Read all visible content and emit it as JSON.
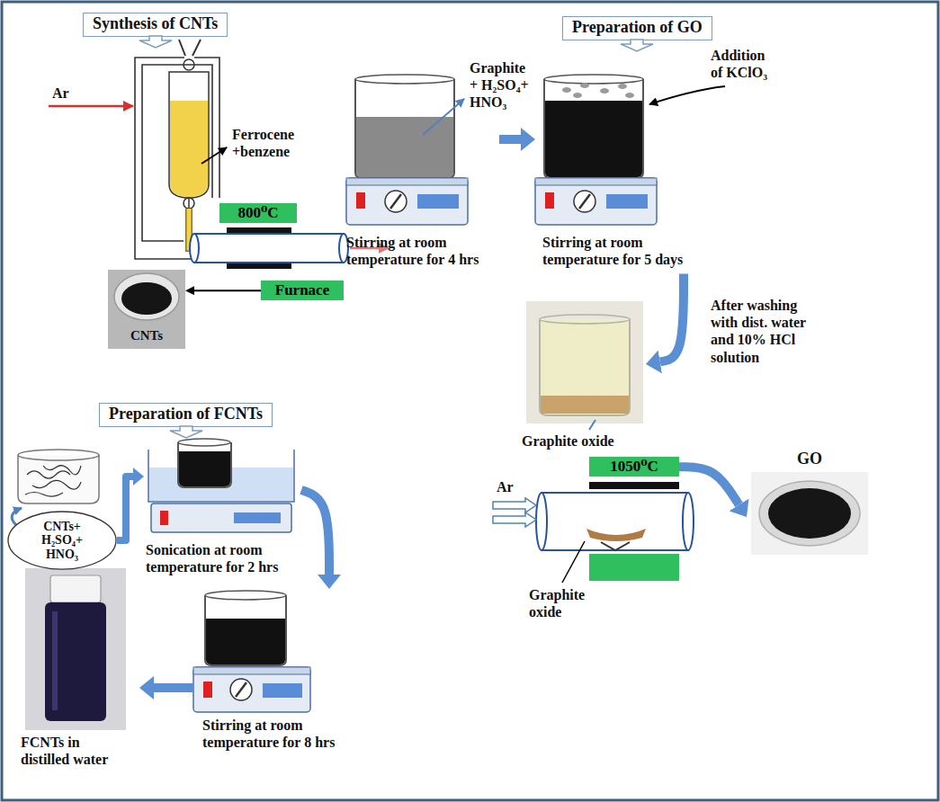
{
  "diagram": {
    "nodes": [
      {
        "text": [
          "Synthesis of CNTs"
        ]
      },
      {
        "text": [
          "Preparation of GO"
        ]
      },
      {
        "text": [
          "800⁰C"
        ]
      },
      {
        "text": [
          "Furnace"
        ]
      },
      {
        "text": [
          "CNTs"
        ]
      },
      {
        "text": [
          "Stirring at room temperature for 4 hrs"
        ]
      },
      {
        "text": [
          "Stirring at room temperature for 5 days"
        ]
      },
      {
        "text": [
          "Preparation of FCNTs"
        ]
      },
      {
        "text": [
          "Graphite oxide"
        ]
      },
      {
        "text": [
          "CNTs+ H₂SO₄+ HNO₃"
        ]
      },
      {
        "text": [
          "Sonication at room temperature for 2 hrs"
        ]
      },
      {
        "text": [
          "Stirring at room temperature for 8 hrs"
        ]
      },
      {
        "text": [
          "1050⁰C"
        ]
      },
      {
        "text": [
          "FCNTs in distilled water"
        ]
      },
      {
        "text": [
          "GO"
        ]
      }
    ],
    "edges": [
      {
        "from": 5,
        "to": 6,
        "arrow": "to"
      },
      {
        "from": 6,
        "to": 8,
        "arrow": "to",
        "label": "After washing with dist. water and 10% HCl solution"
      },
      {
        "from": 3,
        "to": 4,
        "arrow": "to"
      },
      {
        "from": 9,
        "to": 10,
        "arrow": "to"
      },
      {
        "from": 10,
        "to": 11,
        "arrow": "to"
      },
      {
        "from": 11,
        "to": 13,
        "arrow": "to"
      },
      {
        "from": 12,
        "to": 14,
        "arrow": "to"
      }
    ],
    "labels": [
      "Ar",
      "Ferrocene +benzene",
      "Graphite + H₂SO₄+ HNO₃",
      "Addition of KClO₃",
      "Ar",
      "Graphite oxide"
    ]
  }
}
